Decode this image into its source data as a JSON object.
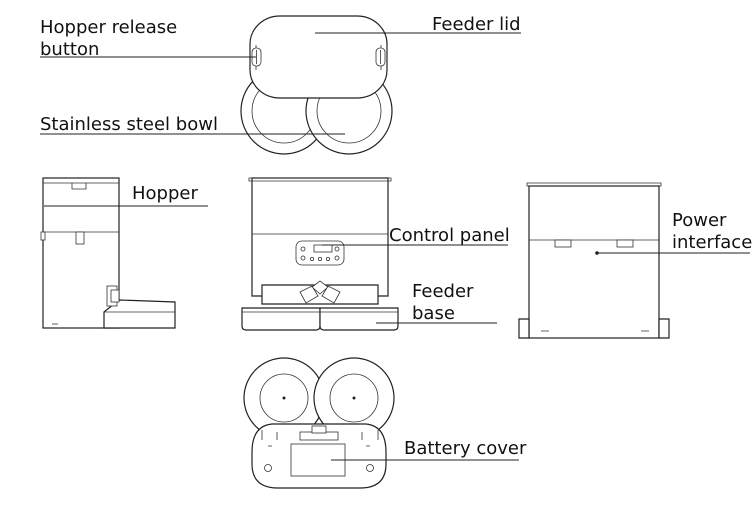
{
  "labels": {
    "hopper_release_button": "Hopper release\nbutton",
    "feeder_lid": "Feeder lid",
    "stainless_steel_bowl": "Stainless steel bowl",
    "hopper": "Hopper",
    "control_panel": "Control panel",
    "power_interface": "Power\ninterface",
    "feeder_base": "Feeder\nbase",
    "battery_cover": "Battery cover"
  }
}
